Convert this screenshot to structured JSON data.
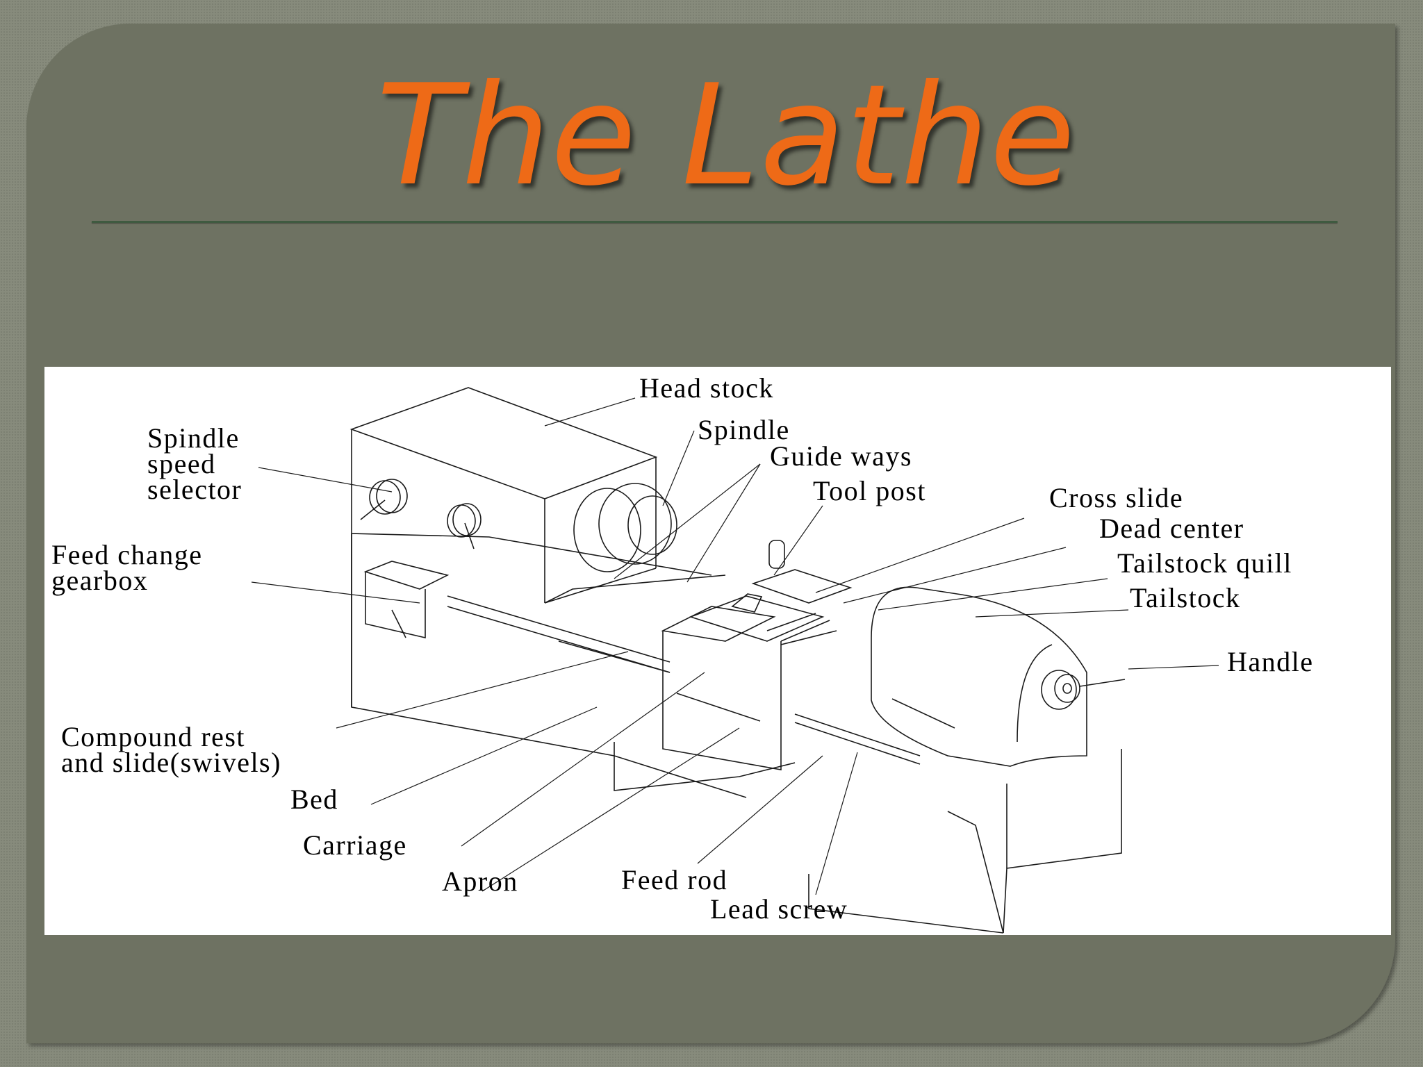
{
  "slide": {
    "title": "The Lathe"
  },
  "diagram": {
    "labels": {
      "head_stock": "Head stock",
      "spindle": "Spindle",
      "spindle_speed_selector": "Spindle\nspeed\nselector",
      "guide_ways": "Guide ways",
      "tool_post": "Tool post",
      "cross_slide": "Cross slide",
      "dead_center": "Dead center",
      "tailstock_quill": "Tailstock quill",
      "tailstock": "Tailstock",
      "handle": "Handle",
      "feed_change_gearbox": "Feed change\ngearbox",
      "compound_rest": "Compound rest\nand slide(swivels)",
      "bed": "Bed",
      "carriage": "Carriage",
      "apron": "Apron",
      "feed_rod": "Feed rod",
      "lead_screw": "Lead screw"
    }
  },
  "colors": {
    "title": "#ee6a17",
    "panel": "#6e7262",
    "rule": "#3f5a40"
  }
}
